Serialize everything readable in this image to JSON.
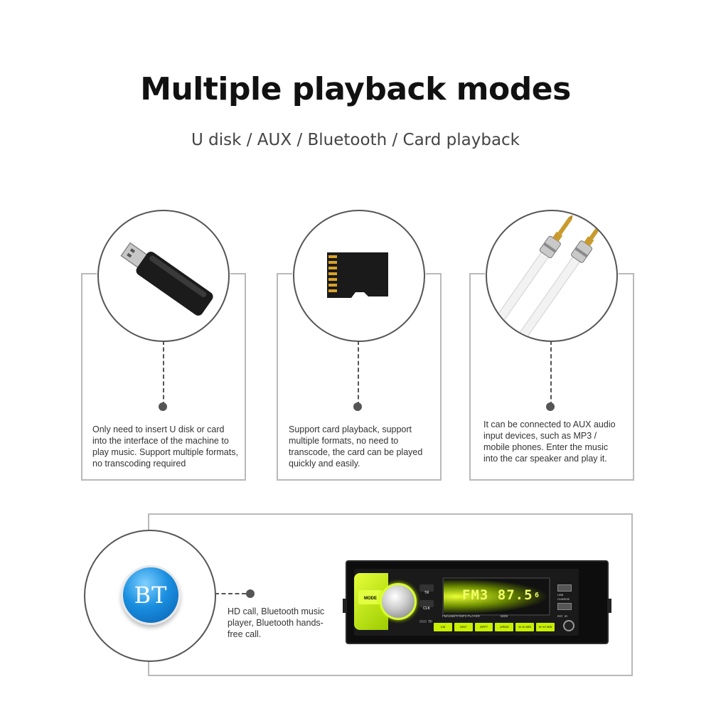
{
  "header": {
    "title": "Multiple playback modes",
    "subtitle": "U disk / AUX / Bluetooth / Card playback"
  },
  "cards": [
    {
      "icon": "usb-drive-icon",
      "description": "Only need to insert U disk or card into the interface of the machine to play music. Support multiple formats, no transcoding required"
    },
    {
      "icon": "sd-card-icon",
      "description": "Support card playback, support multiple formats, no need to transcode, the card can be played quickly and easily."
    },
    {
      "icon": "aux-cable-icon",
      "description": "It can be connected to AUX audio input devices, such as MP3 / mobile phones. Enter the music into the car speaker and play it."
    }
  ],
  "bluetooth": {
    "icon_label": "BT",
    "description": "HD call, Bluetooth music player, Bluetooth hands-free call."
  },
  "radio": {
    "display": "FM3 87.5",
    "display_small": "6",
    "mode_label": "MODE",
    "clk_label": "CLK",
    "tr_label": "TR",
    "usb_label": "USB",
    "charge_label": "CHARGE",
    "player_label": "FM/USB/TF/MP3 PLAYER",
    "model_label": "5009",
    "ir_label": "IR",
    "tf_label": "TF",
    "rst_label": "RST",
    "buttons": [
      "1/M",
      "2/INT",
      "3/RPT",
      "4/RDM",
      "5/-10 MIN",
      "6/+10 MIN"
    ]
  },
  "colors": {
    "accent_green": "#c8f000",
    "line_gray": "#b9b9b9",
    "bt_blue": "#1a8fe0"
  }
}
